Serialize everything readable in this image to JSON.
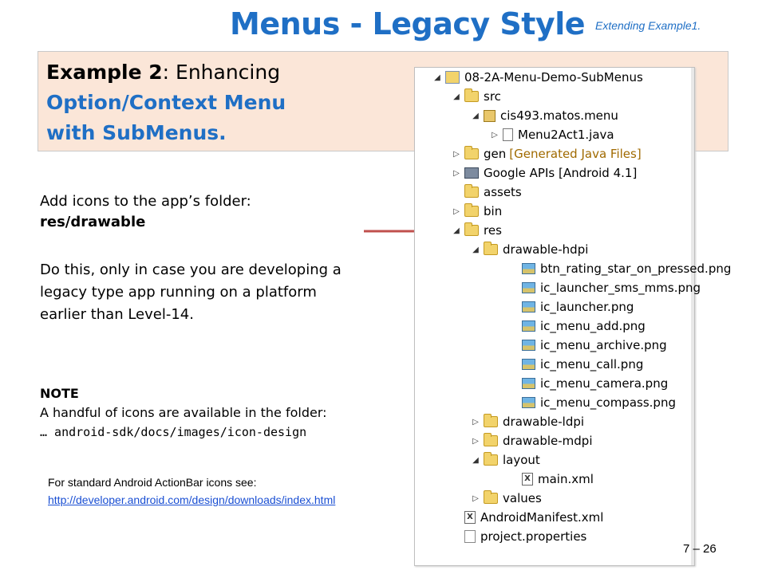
{
  "header": {
    "title": "Menus - Legacy Style",
    "subtitle": "Extending Example1."
  },
  "example": {
    "label": "Example 2",
    "rest": ": Enhancing",
    "line2": "Option/Context Menu",
    "line3": "with SubMenus."
  },
  "instructions": {
    "line1": "Add icons to the app’s  folder:",
    "line2": "res/drawable",
    "para2": [
      "Do this, only in case you are developing a",
      "legacy type app running on a platform",
      "earlier than Level-14."
    ]
  },
  "note": {
    "heading": "NOTE",
    "text": "A handful of icons are available in the folder:",
    "path": "… android-sdk/docs/images/icon-design"
  },
  "reference": {
    "text": "For standard Android ActionBar icons see:",
    "link": "http://developer.android.com/design/downloads/index.html"
  },
  "tree": [
    {
      "label": "08-2A-Menu-Demo-SubMenus",
      "toggle": "◢",
      "icon": "proj"
    },
    {
      "label": "src",
      "toggle": "◢",
      "icon": "folder"
    },
    {
      "label": "cis493.matos.menu",
      "toggle": "◢",
      "icon": "pkg"
    },
    {
      "label": "Menu2Act1.java",
      "toggle": "▷",
      "icon": "java"
    },
    {
      "label": "gen",
      "note": "[Generated Java Files]",
      "toggle": "▷",
      "icon": "folder"
    },
    {
      "label": "Google APIs [Android 4.1]",
      "toggle": "▷",
      "icon": "lib"
    },
    {
      "label": "assets",
      "toggle": "",
      "icon": "folder"
    },
    {
      "label": "bin",
      "toggle": "▷",
      "icon": "folder"
    },
    {
      "label": "res",
      "toggle": "◢",
      "icon": "folder"
    },
    {
      "label": "drawable-hdpi",
      "toggle": "◢",
      "icon": "folder"
    },
    {
      "label": "btn_rating_star_on_pressed.png",
      "toggle": "",
      "icon": "png"
    },
    {
      "label": "ic_launcher_sms_mms.png",
      "toggle": "",
      "icon": "png"
    },
    {
      "label": "ic_launcher.png",
      "toggle": "",
      "icon": "png"
    },
    {
      "label": "ic_menu_add.png",
      "toggle": "",
      "icon": "png"
    },
    {
      "label": "ic_menu_archive.png",
      "toggle": "",
      "icon": "png"
    },
    {
      "label": "ic_menu_call.png",
      "toggle": "",
      "icon": "png"
    },
    {
      "label": "ic_menu_camera.png",
      "toggle": "",
      "icon": "png"
    },
    {
      "label": "ic_menu_compass.png",
      "toggle": "",
      "icon": "png"
    },
    {
      "label": "drawable-ldpi",
      "toggle": "▷",
      "icon": "folder"
    },
    {
      "label": "drawable-mdpi",
      "toggle": "▷",
      "icon": "folder"
    },
    {
      "label": "layout",
      "toggle": "◢",
      "icon": "folder"
    },
    {
      "label": "main.xml",
      "toggle": "",
      "icon": "xml"
    },
    {
      "label": "values",
      "toggle": "▷",
      "icon": "folder"
    },
    {
      "label": "AndroidManifest.xml",
      "toggle": "",
      "icon": "xml"
    },
    {
      "label": "project.properties",
      "toggle": "",
      "icon": "prop"
    }
  ],
  "page_number": "7 – 26",
  "colors": {
    "title": "#1f6fc5",
    "box": "#fbe6d8",
    "arrow": "#c0504d",
    "link": "#1a4fd3"
  }
}
